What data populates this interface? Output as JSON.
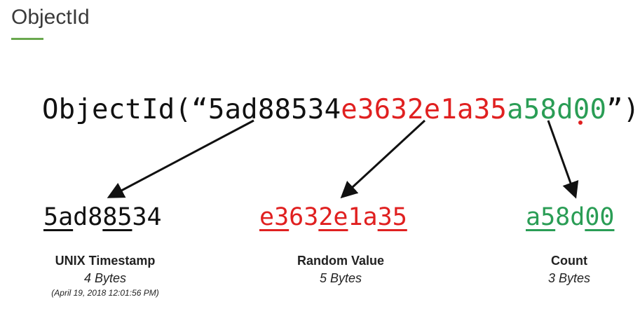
{
  "title": "ObjectId",
  "colors": {
    "accent_green_rule": "#6aa84f",
    "timestamp": "#111111",
    "random": "#e02020",
    "count": "#2a9d55",
    "arrow": "#111111"
  },
  "expression": {
    "prefix": "ObjectId(“",
    "timestamp": "5ad88534",
    "random": "e3632e1a35",
    "count": "a58d00",
    "suffix": "”)"
  },
  "parts": {
    "timestamp": {
      "segments": [
        {
          "text": "5a",
          "underline": true
        },
        {
          "text": "d8",
          "underline": false
        },
        {
          "text": "85",
          "underline": true
        },
        {
          "text": "34",
          "underline": false
        }
      ],
      "name": "UNIX Timestamp",
      "bytes": "4 Bytes",
      "note": "(April 19, 2018 12:01:56 PM)"
    },
    "random": {
      "segments": [
        {
          "text": "e3",
          "underline": true
        },
        {
          "text": "63",
          "underline": false
        },
        {
          "text": "2e",
          "underline": true
        },
        {
          "text": "1a",
          "underline": false
        },
        {
          "text": "35",
          "underline": true
        }
      ],
      "name": "Random Value",
      "bytes": "5 Bytes"
    },
    "count": {
      "segments": [
        {
          "text": "a5",
          "underline": true
        },
        {
          "text": "8d",
          "underline": false
        },
        {
          "text": "00",
          "underline": true
        }
      ],
      "name": "Count",
      "bytes": "3 Bytes"
    }
  }
}
